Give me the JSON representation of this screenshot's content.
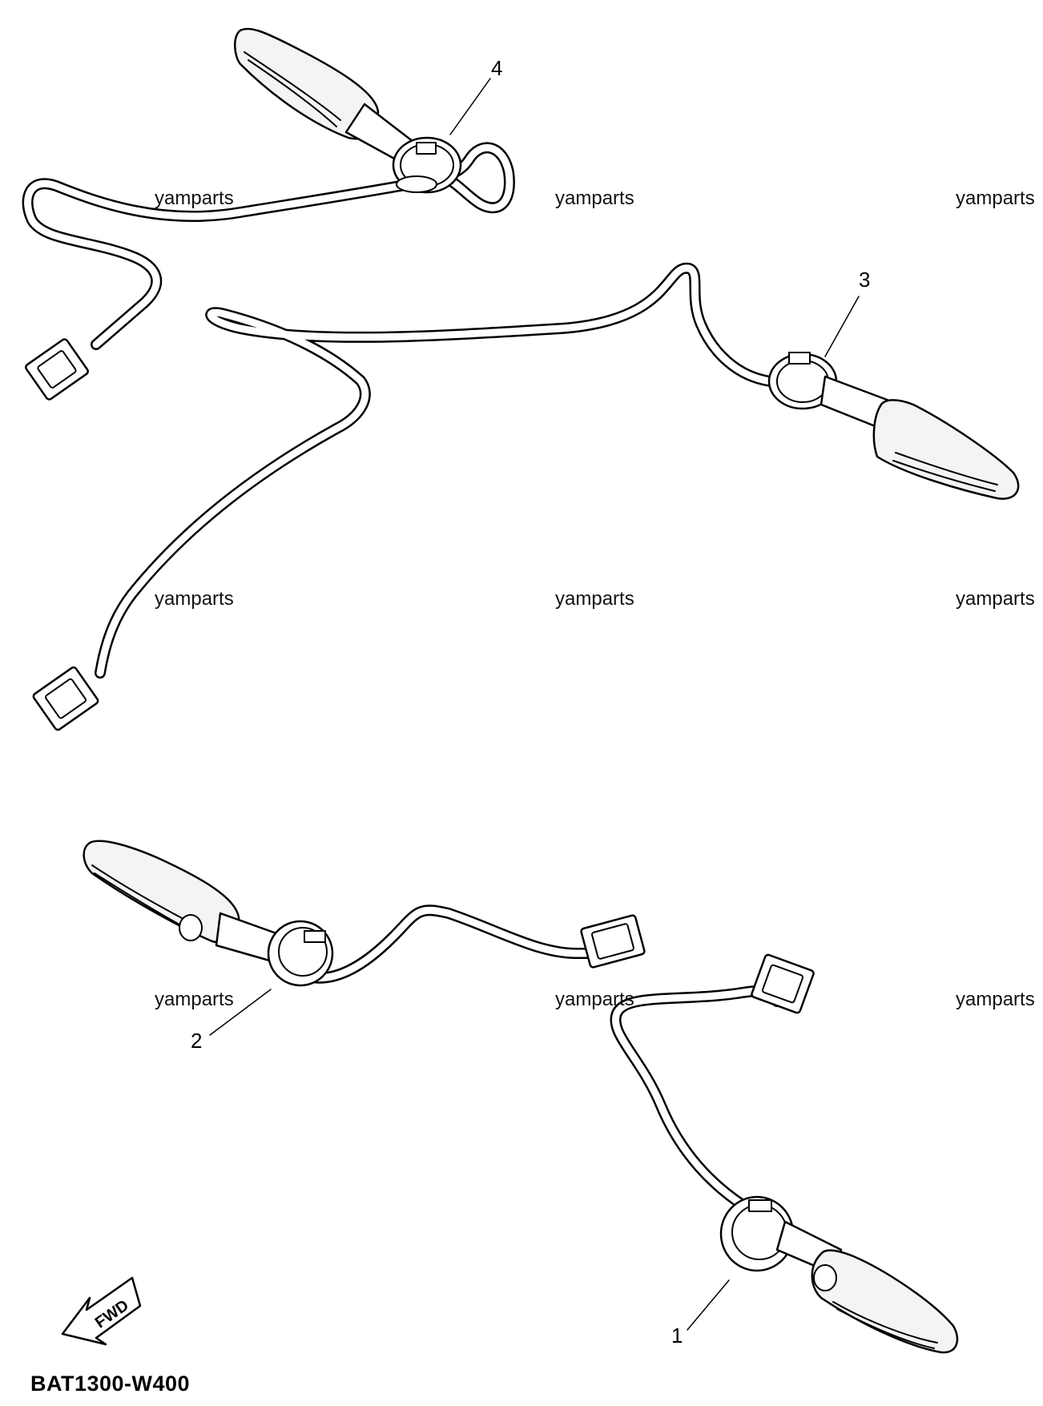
{
  "diagram": {
    "watermark": "yamparts",
    "callouts": [
      "1",
      "2",
      "3",
      "4"
    ],
    "direction_label": "FWD",
    "diagram_code": "BAT1300-W400",
    "colors": {
      "line": "#000000",
      "fill": "#ffffff",
      "lens_fill": "#f4f4f4"
    }
  }
}
